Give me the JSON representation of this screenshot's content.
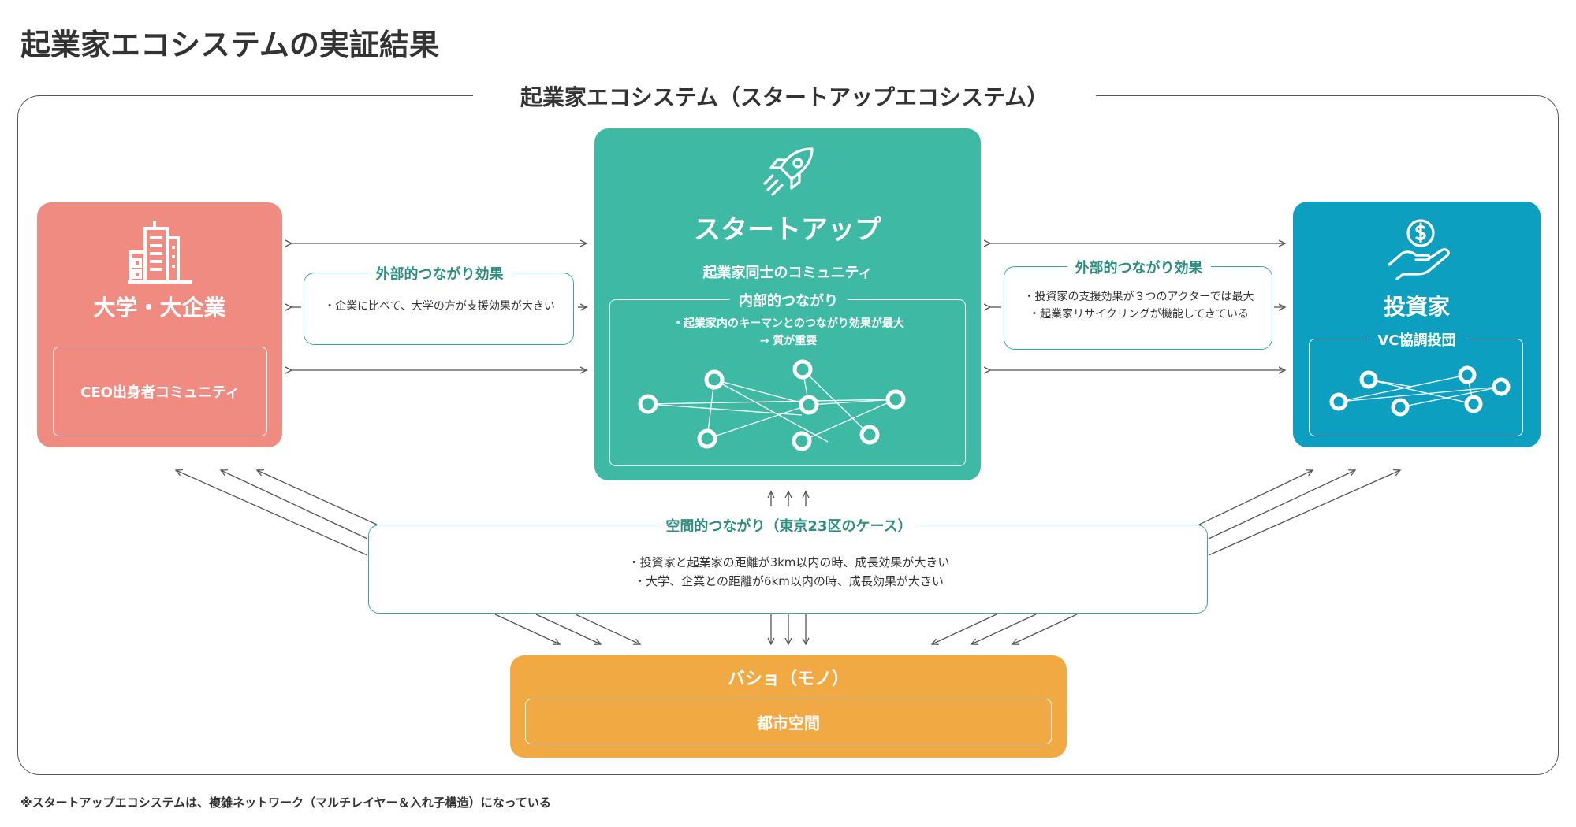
{
  "page_title": "起業家エコシステムの実証結果",
  "ecosystem_title": "起業家エコシステム（スタートアップエコシステム）",
  "university": {
    "title": "大学・大企業",
    "inner_label": "CEO出身者コミュニティ",
    "icon": "buildings-icon"
  },
  "startup": {
    "title": "スタートアップ",
    "subtitle": "起業家同士のコミュニティ",
    "inner_title": "内部的つながり",
    "inner_lines": [
      "・起業家内のキーマンとのつながり効果が最大",
      "→ 質が重要"
    ],
    "icon": "rocket-icon"
  },
  "investor": {
    "title": "投資家",
    "inner_title": "VC協調投団",
    "icon": "money-hand-icon"
  },
  "external_left": {
    "label": "外部的つながり効果",
    "lines": [
      "・企業に比べて、大学の方が支援効果が大きい"
    ]
  },
  "external_right": {
    "label": "外部的つながり効果",
    "lines": [
      "・投資家の支援効果が３つのアクターでは最大",
      "・起業家リサイクリングが機能してきている"
    ]
  },
  "spatial": {
    "label": "空間的つながり（東京23区のケース）",
    "lines": [
      "・投資家と起業家の距離が3km以内の時、成長効果が大きい",
      "・大学、企業との距離が6km以内の時、成長効果が大きい"
    ]
  },
  "basho": {
    "title": "バショ（モノ）",
    "inner_label": "都市空間"
  },
  "footnote": "※スタートアップエコシステムは、複雑ネットワーク（マルチレイヤー＆入れ子構造）になっている",
  "colors": {
    "university": "#f08b82",
    "startup": "#3db9a4",
    "investor": "#0c9fc0",
    "basho": "#f1a944",
    "teal_text": "#2e8f80"
  }
}
